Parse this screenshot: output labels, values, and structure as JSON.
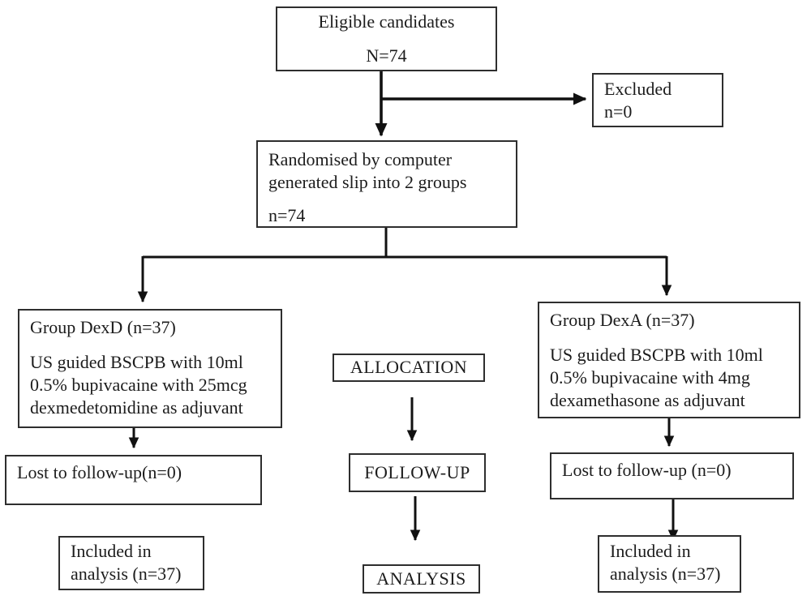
{
  "flowchart": {
    "boxes": {
      "eligible": {
        "lines": [
          "Eligible candidates",
          "N=74"
        ]
      },
      "excluded": {
        "lines": [
          "Excluded",
          "n=0"
        ]
      },
      "randomised": {
        "lines": [
          "Randomised by computer",
          "generated slip into 2 groups"
        ],
        "count": "n=74"
      },
      "group_dexd": {
        "title": "Group DexD (n=37)",
        "lines": [
          "US guided BSCPB with 10ml",
          "0.5% bupivacaine with 25mcg",
          "dexmedetomidine as adjuvant"
        ]
      },
      "group_dexa": {
        "title": "Group DexA (n=37)",
        "lines": [
          "US guided BSCPB with 10ml",
          "0.5% bupivacaine with 4mg",
          "dexamethasone as adjuvant"
        ]
      },
      "lost_left": {
        "label": "Lost to follow-up(n=0)"
      },
      "lost_right": {
        "label": "Lost to follow-up (n=0)"
      },
      "included_left": {
        "lines": [
          "Included in",
          "analysis (n=37)"
        ]
      },
      "included_right": {
        "lines": [
          "Included in",
          "analysis (n=37)"
        ]
      },
      "stage_allocation": {
        "label": "ALLOCATION"
      },
      "stage_followup": {
        "label": "FOLLOW-UP"
      },
      "stage_analysis": {
        "label": "ANALYSIS"
      }
    },
    "colors": {
      "background": "#ffffff",
      "box_border": "#2e2e2e",
      "connector": "#111111",
      "text": "#1c1c1c"
    }
  }
}
